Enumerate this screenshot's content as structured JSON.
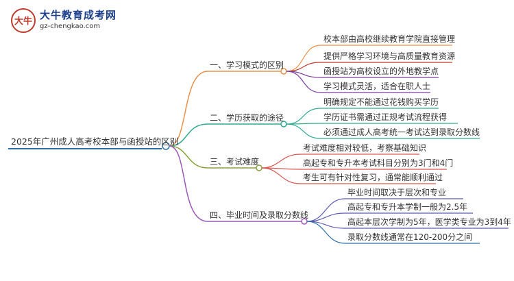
{
  "logo": {
    "title": "大牛教育成考网",
    "url": "gz-chengkao.com",
    "mark_text": "大牛",
    "mark_color": "#c0392b"
  },
  "mindmap": {
    "root": "2025年广州成人高考校本部与函授站的区别",
    "root_color": "#2c6fa6",
    "branches": [
      {
        "label": "一、学习模式的区别",
        "color": "#e8904a",
        "leaf_color": "#7b3fa0",
        "items": [
          "校本部由高校继续教育学院直接管理",
          "提供严格学习环境与高质量教育资源",
          "函授站为高校设立的外地教学点",
          "学习模式灵活，适合在职人士"
        ]
      },
      {
        "label": "二、学历获取的途径",
        "color": "#2eaa8f",
        "leaf_color": "#2eaa8f",
        "items": [
          "明确规定不能通过花钱购买学历",
          "学历证书需通过正规考试流程获得",
          "必须通过成人高考统一考试达到录取分数线"
        ]
      },
      {
        "label": "三、考试难度",
        "color": "#8aa23a",
        "leaf_color": "#d9534f",
        "items": [
          "考试难度相对较低，考察基础知识",
          "高起专和专升本考试科目分别为3门和4门",
          "考生可有针对性复习，通常能顺利通过"
        ]
      },
      {
        "label": "四、毕业时间及录取分数线",
        "color": "#9b59b6",
        "leaf_color": "#5b5bb5",
        "items": [
          "毕业时间取决于层次和专业",
          "高起专和专升本学制一般为2.5年",
          "高起本层次学制为5年，医学类专业为3到4年",
          "录取分数线通常在120-200分之间"
        ]
      }
    ]
  }
}
